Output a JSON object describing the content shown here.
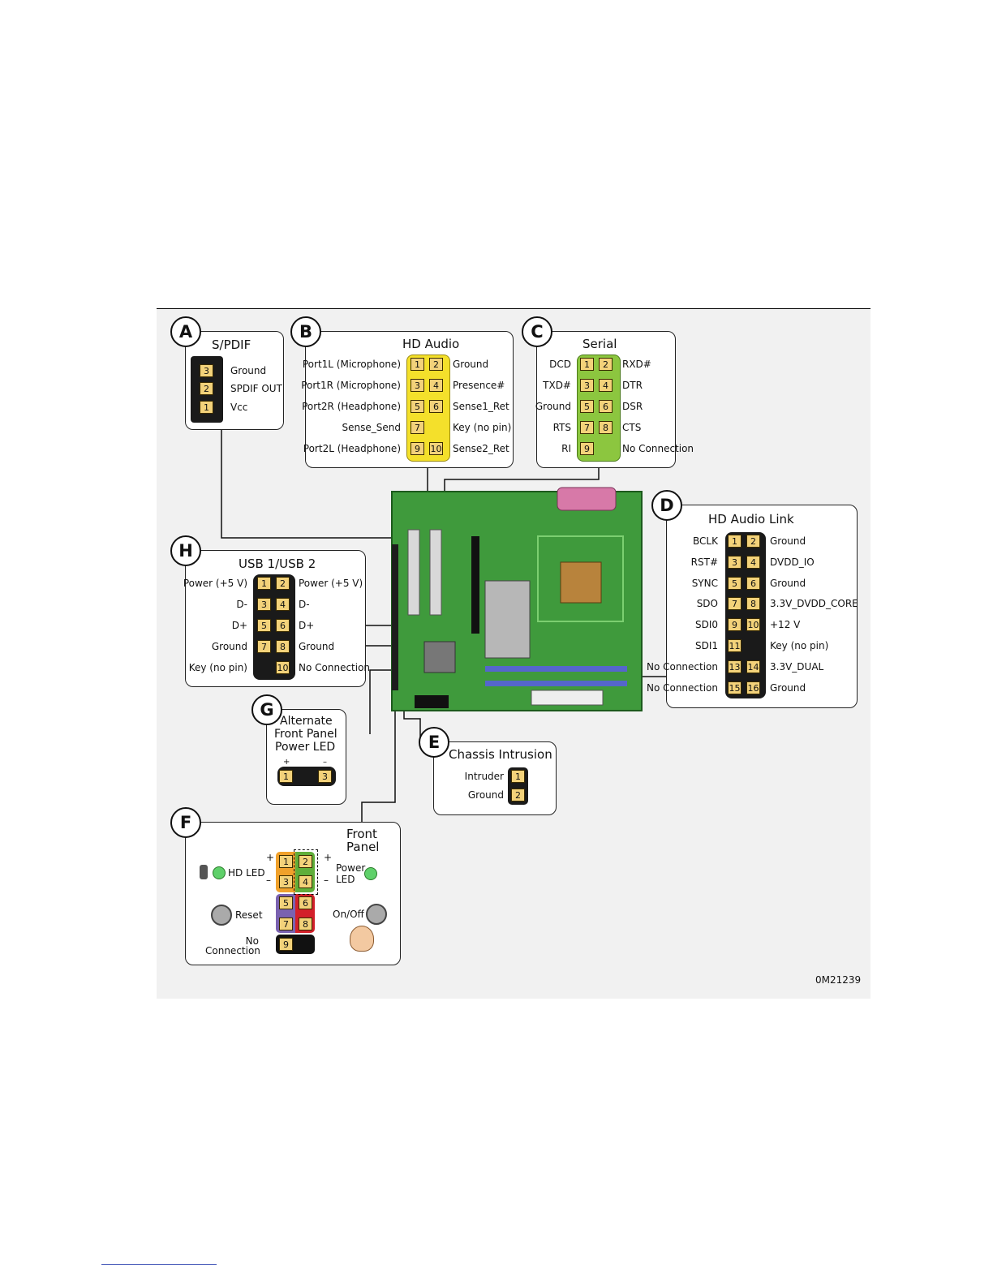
{
  "figure_id": "0M21239",
  "spdif": {
    "badge": "A",
    "title": "S/PDIF",
    "pins": [
      {
        "num": "3",
        "label": "Ground"
      },
      {
        "num": "2",
        "label": "SPDIF OUT"
      },
      {
        "num": "1",
        "label": "Vcc"
      }
    ]
  },
  "hd_audio": {
    "badge": "B",
    "title": "HD Audio",
    "rows": [
      {
        "left": "Port1L (Microphone)",
        "p1": "1",
        "p2": "2",
        "right": "Ground"
      },
      {
        "left": "Port1R (Microphone)",
        "p1": "3",
        "p2": "4",
        "right": "Presence#"
      },
      {
        "left": "Port2R (Headphone)",
        "p1": "5",
        "p2": "6",
        "right": "Sense1_Ret"
      },
      {
        "left": "Sense_Send",
        "p1": "7",
        "p2": "",
        "right": "Key (no pin)"
      },
      {
        "left": "Port2L (Headphone)",
        "p1": "9",
        "p2": "10",
        "right": "Sense2_Ret"
      }
    ]
  },
  "serial": {
    "badge": "C",
    "title": "Serial",
    "rows": [
      {
        "left": "DCD",
        "p1": "1",
        "p2": "2",
        "right": "RXD#"
      },
      {
        "left": "TXD#",
        "p1": "3",
        "p2": "4",
        "right": "DTR"
      },
      {
        "left": "Ground",
        "p1": "5",
        "p2": "6",
        "right": "DSR"
      },
      {
        "left": "RTS",
        "p1": "7",
        "p2": "8",
        "right": "CTS"
      },
      {
        "left": "RI",
        "p1": "9",
        "p2": "",
        "right": "No Connection"
      }
    ]
  },
  "hd_audio_link": {
    "badge": "D",
    "title": "HD Audio Link",
    "rows": [
      {
        "left": "BCLK",
        "p1": "1",
        "p2": "2",
        "right": "Ground"
      },
      {
        "left": "RST#",
        "p1": "3",
        "p2": "4",
        "right": "DVDD_IO"
      },
      {
        "left": "SYNC",
        "p1": "5",
        "p2": "6",
        "right": "Ground"
      },
      {
        "left": "SDO",
        "p1": "7",
        "p2": "8",
        "right": "3.3V_DVDD_CORE"
      },
      {
        "left": "SDI0",
        "p1": "9",
        "p2": "10",
        "right": "+12 V"
      },
      {
        "left": "SDI1",
        "p1": "11",
        "p2": "",
        "right": "Key (no pin)"
      },
      {
        "left": "No Connection",
        "p1": "13",
        "p2": "14",
        "right": "3.3V_DUAL"
      },
      {
        "left": "No Connection",
        "p1": "15",
        "p2": "16",
        "right": "Ground"
      }
    ]
  },
  "chassis": {
    "badge": "E",
    "title": "Chassis Intrusion",
    "pins": [
      {
        "label": "Intruder",
        "num": "1"
      },
      {
        "label": "Ground",
        "num": "2"
      }
    ]
  },
  "front_panel": {
    "badge": "F",
    "title_line1": "Front",
    "title_line2": "Panel",
    "hd_led": "HD LED",
    "power_led": "Power LED",
    "power_led_l1": "Power",
    "power_led_l2": "LED",
    "reset": "Reset",
    "onoff": "On/Off",
    "no_conn_l1": "No",
    "no_conn_l2": "Connection",
    "plus": "+",
    "minus": "–",
    "pins": [
      "1",
      "2",
      "3",
      "4",
      "5",
      "6",
      "7",
      "8",
      "9"
    ],
    "colors": {
      "hd_led": "#f0a12b",
      "power_led": "#5fae3a",
      "reset": "#7a62b0",
      "onoff": "#d3202a",
      "nc": "#111111"
    }
  },
  "alt_power_led": {
    "badge": "G",
    "title_l1": "Alternate",
    "title_l2": "Front Panel",
    "title_l3": "Power LED",
    "plus": "+",
    "minus": "–",
    "pins": [
      "1",
      "3"
    ]
  },
  "usb": {
    "badge": "H",
    "title": "USB 1/USB 2",
    "rows": [
      {
        "left": "Power (+5 V)",
        "p1": "1",
        "p2": "2",
        "right": "Power (+5 V)"
      },
      {
        "left": "D-",
        "p1": "3",
        "p2": "4",
        "right": "D-"
      },
      {
        "left": "D+",
        "p1": "5",
        "p2": "6",
        "right": "D+"
      },
      {
        "left": "Ground",
        "p1": "7",
        "p2": "8",
        "right": "Ground"
      },
      {
        "left": "Key (no pin)",
        "p1": "",
        "p2": "10",
        "right": "No Connection"
      }
    ]
  },
  "colors": {
    "header_black": "#1a1a1a",
    "hd_audio_yellow": "#f4e02b",
    "serial_green": "#8cc63f",
    "board_green": "#3f9a3c",
    "pin_tan": "#f3d27a"
  }
}
